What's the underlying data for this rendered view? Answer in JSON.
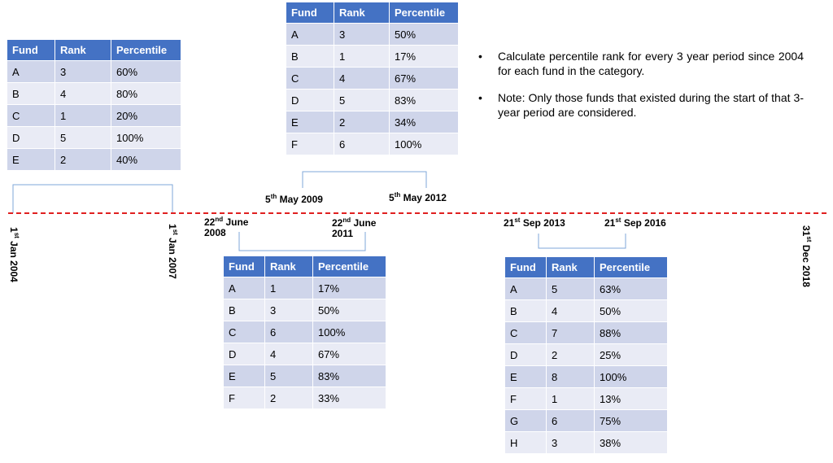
{
  "columns": [
    "Fund",
    "Rank",
    "Percentile"
  ],
  "tables": {
    "t1": [
      [
        "A",
        "3",
        "60%"
      ],
      [
        "B",
        "4",
        "80%"
      ],
      [
        "C",
        "1",
        "20%"
      ],
      [
        "D",
        "5",
        "100%"
      ],
      [
        "E",
        "2",
        "40%"
      ]
    ],
    "t2": [
      [
        "A",
        "3",
        "50%"
      ],
      [
        "B",
        "1",
        "17%"
      ],
      [
        "C",
        "4",
        "67%"
      ],
      [
        "D",
        "5",
        "83%"
      ],
      [
        "E",
        "2",
        "34%"
      ],
      [
        "F",
        "6",
        "100%"
      ]
    ],
    "t3": [
      [
        "A",
        "1",
        "17%"
      ],
      [
        "B",
        "3",
        "50%"
      ],
      [
        "C",
        "6",
        "100%"
      ],
      [
        "D",
        "4",
        "67%"
      ],
      [
        "E",
        "5",
        "83%"
      ],
      [
        "F",
        "2",
        "33%"
      ]
    ],
    "t4": [
      [
        "A",
        "5",
        "63%"
      ],
      [
        "B",
        "4",
        "50%"
      ],
      [
        "C",
        "7",
        "88%"
      ],
      [
        "D",
        "2",
        "25%"
      ],
      [
        "E",
        "8",
        "100%"
      ],
      [
        "F",
        "1",
        "13%"
      ],
      [
        "G",
        "6",
        "75%"
      ],
      [
        "H",
        "3",
        "38%"
      ]
    ]
  },
  "dates": {
    "start": {
      "num": "1",
      "sup": "st",
      "rest": " Jan 2004"
    },
    "jan2007": {
      "num": "1",
      "sup": "st",
      "rest": " Jan 2007"
    },
    "end": {
      "num": "31",
      "sup": "st",
      "rest": " Dec 2018"
    },
    "may2009": {
      "num": "5",
      "sup": "th",
      "rest": " May 2009"
    },
    "may2012": {
      "num": "5",
      "sup": "th",
      "rest": " May 2012"
    },
    "jun2008": {
      "num": "22",
      "sup": "nd",
      "rest": " June",
      "rest2": "2008"
    },
    "jun2011": {
      "num": "22",
      "sup": "nd",
      "rest": " June",
      "rest2": "2011"
    },
    "sep2013": {
      "num": "21",
      "sup": "st",
      "rest": " Sep 2013"
    },
    "sep2016": {
      "num": "21",
      "sup": "st",
      "rest": " Sep 2016"
    }
  },
  "notes": [
    "Calculate percentile rank for every 3 year period since 2004 for each fund in the category.",
    "Note: Only those funds that existed during the start of that 3-year period are considered."
  ],
  "bullet": "•",
  "colors": {
    "header": "#4472c4",
    "row_dark": "#cfd5ea",
    "row_light": "#e9ebf5",
    "timeline": "#e02020",
    "bracket": "#7fa7d9"
  }
}
